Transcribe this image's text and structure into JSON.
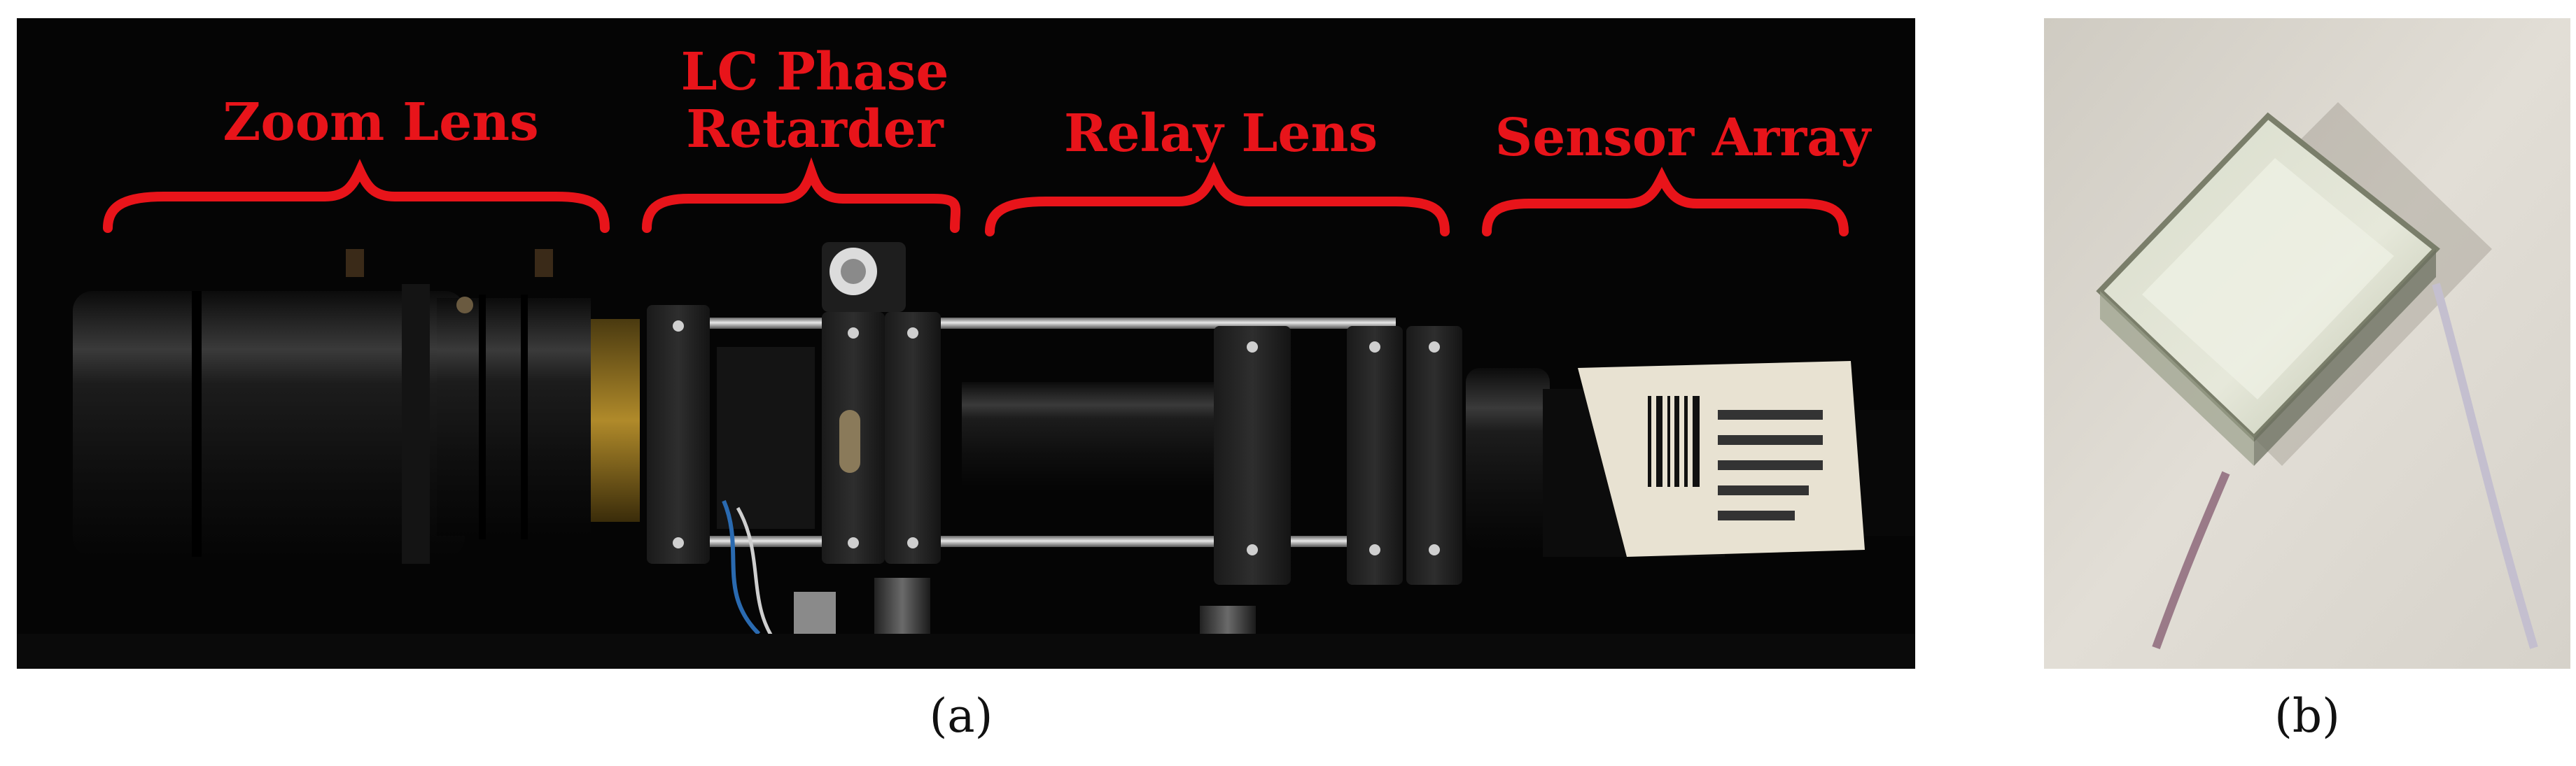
{
  "figure": {
    "panel_a": {
      "labels": {
        "zoom_lens": "Zoom Lens",
        "lc_phase_retarder_line1": "LC Phase",
        "lc_phase_retarder_line2": "Retarder",
        "relay_lens": "Relay Lens",
        "sensor_array": "Sensor Array"
      },
      "caption": "(a)",
      "label_color": "#e8141a"
    },
    "panel_b": {
      "caption": "(b)"
    }
  }
}
